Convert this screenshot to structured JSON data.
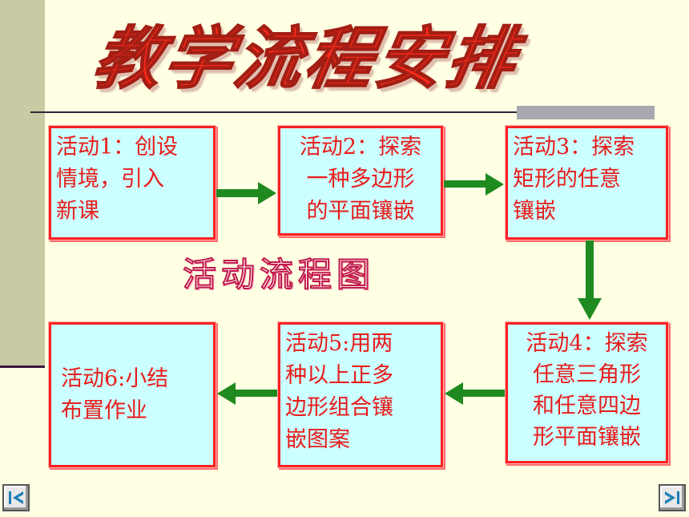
{
  "slide": {
    "title": "教学流程安排",
    "flow_label": "活动流程图"
  },
  "activities": [
    {
      "lines": [
        "活动1：创设",
        "情境，引入",
        "新课"
      ]
    },
    {
      "lines": [
        "活动2：探索",
        "一种多边形",
        "的平面镶嵌"
      ]
    },
    {
      "lines": [
        "活动3：探索",
        "矩形的任意",
        "镶嵌"
      ]
    },
    {
      "lines": [
        "活动4：探索",
        "任意三角形",
        "和任意四边",
        "形平面镶嵌"
      ]
    },
    {
      "lines": [
        "活动5:用两",
        "种以上正多",
        "边形组合镶",
        "嵌图案"
      ]
    },
    {
      "lines": [
        "活动6:小结",
        "布置作业"
      ]
    }
  ],
  "nav": {
    "back_icon": "back-arrow-icon",
    "forward_icon": "forward-arrow-icon"
  },
  "colors": {
    "background": "#FFFFE3",
    "box_fill": "#CCFFFF",
    "box_border": "#FF2222",
    "text_red": "#E81C1C",
    "arrow_green": "#1F8A1F"
  }
}
